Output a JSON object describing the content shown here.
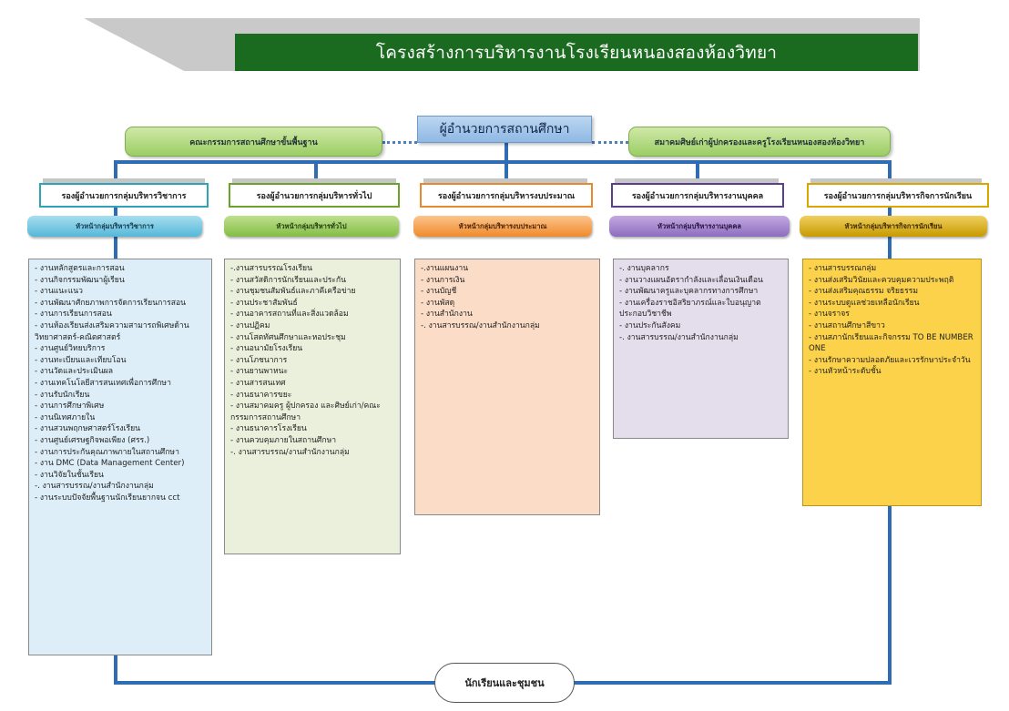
{
  "title": "โครงสร้างการบริหารงานโรงเรียนหนองสองห้องวิทยา",
  "director": "ผู้อำนวยการสถานศึกษา",
  "board": "คณะกรรมการสถานศึกษาขั้นพื้นฐาน",
  "association": "สมาคมศิษย์เก่าผู้ปกครองและครูโรงเรียนหนองสองห้องวิทยา",
  "community": "นักเรียนและชุมชน",
  "colors": {
    "academic": "#2fa3b8",
    "general": "#6aa329",
    "budget": "#e8892e",
    "personnel": "#5c3f8c",
    "student": "#c79a00",
    "connector": "#2e6db4"
  },
  "groups": [
    {
      "deputy": "รองผู้อำนวยการกลุ่มบริหารวิชาการ",
      "head": "หัวหน้ากลุ่มบริหารวิชาการ",
      "tasks": [
        "- งานหลักสูตรและการสอน",
        "- งานกิจกรรมพัฒนาผู้เรียน",
        "- งานแนะแนว",
        "- งานพัฒนาศักยภาพการจัดการเรียนการสอน",
        "- งานการเรียนการสอน",
        "- งานห้องเรียนส่งเสริมความสามารถพิเศษด้านวิทยาศาสตร์-คณิตศาสตร์",
        "- งานศูนย์วิทยบริการ",
        "- งานทะเบียนและเทียบโอน",
        "- งานวัดและประเมินผล",
        "- งานเทคโนโลยีสารสนเทศเพื่อการศึกษา",
        "- งานรับนักเรียน",
        "- งานการศึกษาพิเศษ",
        "- งานนิเทศภายใน",
        "- งานสวนพฤกษศาสตร์โรงเรียน",
        "- งานศูนย์เศรษฐกิจพอเพียง (ศรร.)",
        "- งานการประกันคุณภาพภายในสถานศึกษา",
        "- งาน DMC (Data Management Center)",
        "- งานวิจัยในชั้นเรียน",
        "-. งานสารบรรณ/งานสำนักงานกลุ่ม",
        "- งานระบบปัจจัยพื้นฐานนักเรียนยากจน cct"
      ]
    },
    {
      "deputy": "รองผู้อำนวยการกลุ่มบริหารทั่วไป",
      "head": "หัวหน้ากลุ่มบริหารทั่วไป",
      "tasks": [
        "-.งานสารบรรณโรงเรียน",
        "- งานสวัสดิการนักเรียนและประกัน",
        "- งานชุมชนสัมพันธ์และภาคีเครือข่าย",
        "- งานประชาสัมพันธ์",
        "- งานอาคารสถานที่และสิ่งแวดล้อม",
        "- งานปฏิคม",
        "- งานโสตทัศนศึกษาและหอประชุม",
        "- งานอนามัยโรงเรียน",
        "- งานโภชนาการ",
        "- งานยานพาหนะ",
        "- งานสารสนเทศ",
        "- งานธนาคารขยะ",
        "- งานสมาคมครู ผู้ปกครอง และศิษย์เก่า/คณะกรรมการสถานศึกษา",
        "- งานธนาคารโรงเรียน",
        "- งานควบคุมภายในสถานศึกษา",
        "-. งานสารบรรณ/งานสำนักงานกลุ่ม"
      ]
    },
    {
      "deputy": "รองผู้อำนวยการกลุ่มบริหารงบประมาณ",
      "head": "หัวหน้ากลุ่มบริหารงบประมาณ",
      "tasks": [
        "-.งานแผนงาน",
        "- งานการเงิน",
        "- งานบัญชี",
        "- งานพัสดุ",
        "- งานสำนักงาน",
        "-. งานสารบรรณ/งานสำนักงานกลุ่ม"
      ]
    },
    {
      "deputy": "รองผู้อำนวยการกลุ่มบริหารงานบุคคล",
      "head": "หัวหน้ากลุ่มบริหารงานบุคคล",
      "tasks": [
        "-. งานบุคลากร",
        "- งานวางแผนอัตรากำลังและเลื่อนเงินเดือน",
        "- งานพัฒนาครูและบุคลากรทางการศึกษา",
        "- งานเครื่องราชอิสริยาภรณ์และใบอนุญาตประกอบวิชาชีพ",
        "- งานประกันสังคม",
        "-. งานสารบรรณ/งานสำนักงานกลุ่ม"
      ]
    },
    {
      "deputy": "รองผู้อำนวยการกลุ่มบริหารกิจการนักเรียน",
      "head": "หัวหน้ากลุ่มบริหารกิจการนักเรียน",
      "tasks": [
        "- งานสารบรรณกลุ่ม",
        "- งานส่งเสริมวินัยและควบคุมความประพฤติ",
        "- งานส่งเสริมคุณธรรม จริยธรรม",
        "- งานระบบดูแลช่วยเหลือนักเรียน",
        "- งานจราจร",
        "- งานสถานศึกษาสีขาว",
        "- งานสภานักเรียนและกิจกรรม TO BE NUMBER ONE",
        "- งานรักษาความปลอดภัยและเวรรักษาประจำวัน",
        "- งานหัวหน้าระดับชั้น"
      ]
    }
  ]
}
